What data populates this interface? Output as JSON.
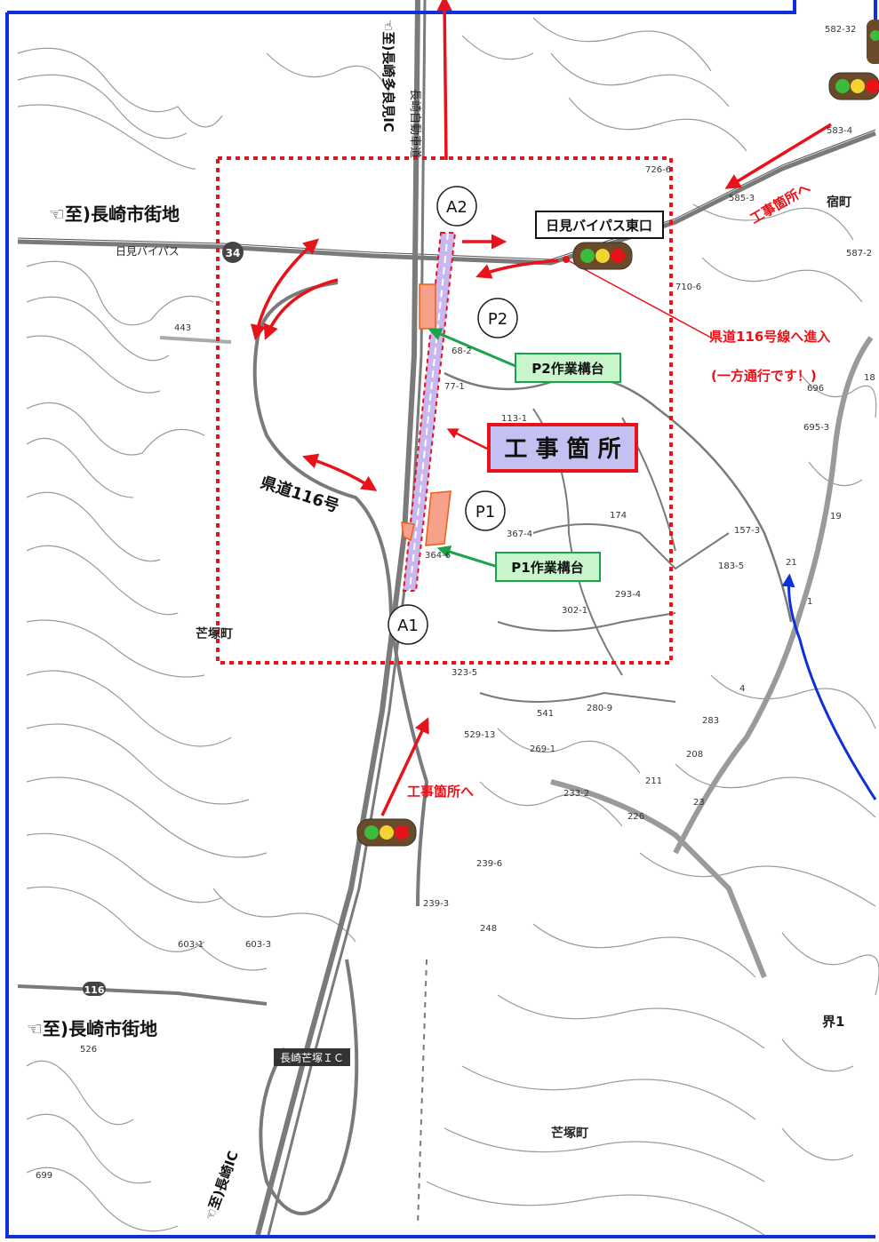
{
  "labels": {
    "to_nagasaki_north_ic": "☜至)長崎多良見IC",
    "to_city_top": "☜至)長崎市街地",
    "to_city_bottom": "☜至)長崎市街地",
    "to_nagasaki_ic": "☜至)長崎IC",
    "himi_bypass": "日見バイパス",
    "route34": "34",
    "route116_shield": "116",
    "expressway": "長崎自動車道",
    "himi_east_box": "日見バイパス東口",
    "kendo116": "県道116号",
    "kendo116_enter": "県道116号線へ進入",
    "one_way": "(一方通行です！)",
    "work_site": "工 事 箇 所",
    "p1_stage": "P1作業構台",
    "p2_stage": "P2作業構台",
    "to_site_top": "工事箇所へ",
    "to_site_bottom": "工事箇所へ",
    "a1": "A1",
    "a2": "A2",
    "p1": "P1",
    "p2": "P2",
    "shukumachi": "宿町",
    "bouzuka_west": "芒塚町",
    "bouzuka_south": "芒塚町",
    "kai1": "界1",
    "ic_name": "長崎芒塚ＩＣ"
  },
  "parcels": [
    "443",
    "68-2",
    "77-1",
    "113-1",
    "174",
    "157-3",
    "183-5",
    "367-4",
    "364-6",
    "293-4",
    "302-1",
    "323-5",
    "541",
    "280-9",
    "529-13",
    "269-1",
    "233-2",
    "226",
    "211",
    "239-6",
    "239-3",
    "248",
    "23",
    "21",
    "19",
    "4",
    "283",
    "208",
    "603-1",
    "603-3",
    "526",
    "699",
    "710-6",
    "696",
    "695-3",
    "582-32",
    "583-4",
    "587-2",
    "726-6",
    "585-3",
    "18",
    "1"
  ],
  "colors": {
    "route_red": "#e8131a",
    "blue_frame": "#0f2fd8",
    "bridge_fill": "#c9b8f0",
    "pier_fill": "#f7a08a",
    "stage_fill": "#c8f5cc",
    "stage_border": "#1aa34a",
    "work_box_fill": "#c5c0f2",
    "leader_green": "#1aa34a"
  }
}
